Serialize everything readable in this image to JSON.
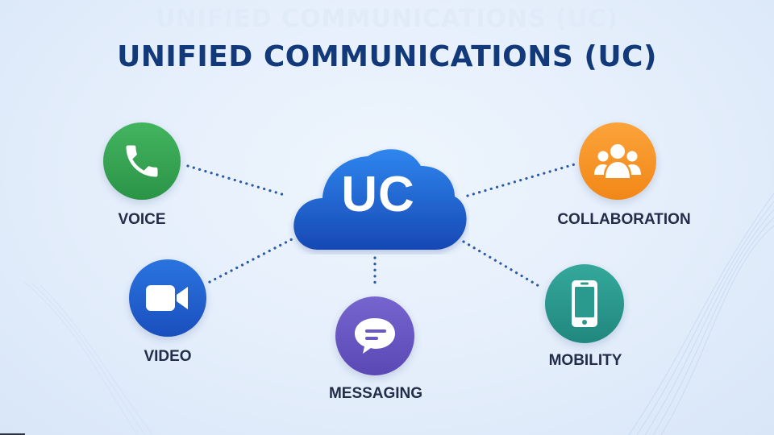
{
  "title": "UNIFIED COMMUNICATIONS (UC)",
  "watermark": "UNIFIED COMMUNICATIONS (UC)",
  "hub": {
    "label": "UC",
    "icon": "cloud-icon",
    "color": "#1f63cc"
  },
  "nodes": [
    {
      "id": "voice",
      "label": "VOICE",
      "icon": "phone-icon",
      "color": "#34a853"
    },
    {
      "id": "video",
      "label": "VIDEO",
      "icon": "video-camera-icon",
      "color": "#1f5fcf"
    },
    {
      "id": "messaging",
      "label": "MESSAGING",
      "icon": "chat-bubble-icon",
      "color": "#6a58c4"
    },
    {
      "id": "collaboration",
      "label": "COLLABORATION",
      "icon": "people-group-icon",
      "color": "#f7921e"
    },
    {
      "id": "mobility",
      "label": "MOBILITY",
      "icon": "smartphone-icon",
      "color": "#2a9a8f"
    }
  ],
  "colors": {
    "title": "#123a7a",
    "label": "#232c48",
    "connector": "#2b5aa8",
    "background": "#e6f0fb"
  }
}
